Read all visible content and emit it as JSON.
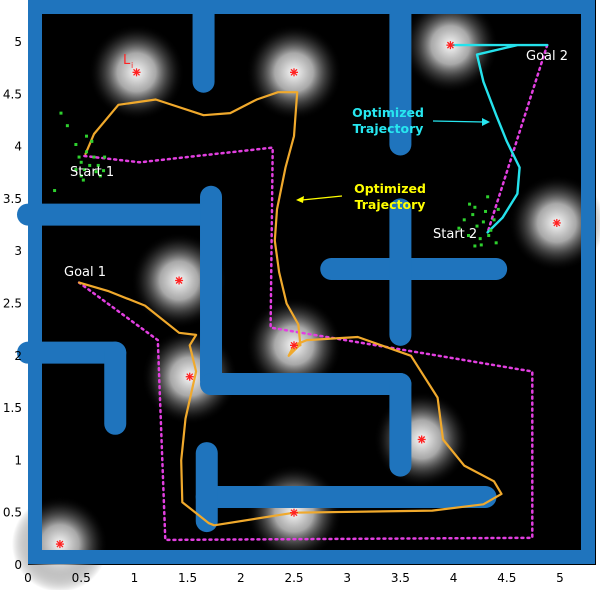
{
  "chart_data": {
    "type": "diagram",
    "xlim": [
      0,
      5.3
    ],
    "ylim": [
      0,
      5.2
    ],
    "x_ticks": [
      "0",
      "0.5",
      "1",
      "1.5",
      "2",
      "2.5",
      "3",
      "3.5",
      "4",
      "4.5",
      "5"
    ],
    "y_ticks": [
      "0",
      "0.5",
      "1",
      "1.5",
      "2",
      "2.5",
      "3",
      "3.5",
      "4",
      "4.5",
      "5"
    ],
    "landmarks": [
      {
        "x": 1.02,
        "y": 4.71,
        "label": "L"
      },
      {
        "x": 2.5,
        "y": 4.71
      },
      {
        "x": 3.97,
        "y": 4.97
      },
      {
        "x": 4.97,
        "y": 3.27
      },
      {
        "x": 1.42,
        "y": 2.72
      },
      {
        "x": 2.5,
        "y": 2.1
      },
      {
        "x": 1.52,
        "y": 1.8
      },
      {
        "x": 3.7,
        "y": 1.2
      },
      {
        "x": 2.5,
        "y": 0.5
      },
      {
        "x": 0.3,
        "y": 0.2
      }
    ],
    "labels": {
      "start1": "Start 1",
      "goal1": "Goal 1",
      "start2": "Start 2",
      "goal2": "Goal 2",
      "landmark_subscript": "i",
      "opt_traj_yellow": [
        "Optimized",
        "Trajectory"
      ],
      "opt_traj_cyan": [
        "Optimized",
        "Trajectory"
      ]
    },
    "paths": {
      "planned_1": [
        [
          0.53,
          3.91
        ],
        [
          1.05,
          3.85
        ],
        [
          2.3,
          3.99
        ],
        [
          2.28,
          2.27
        ],
        [
          4.74,
          1.85
        ],
        [
          4.74,
          0.26
        ],
        [
          1.29,
          0.24
        ],
        [
          1.22,
          2.15
        ],
        [
          0.48,
          2.7
        ]
      ],
      "planned_2": [
        [
          4.88,
          4.97
        ],
        [
          4.32,
          3.18
        ]
      ],
      "optimized_1": [
        [
          0.54,
          3.93
        ],
        [
          0.62,
          4.12
        ],
        [
          0.85,
          4.4
        ],
        [
          1.2,
          4.45
        ],
        [
          1.65,
          4.3
        ],
        [
          1.9,
          4.32
        ],
        [
          2.15,
          4.45
        ],
        [
          2.35,
          4.52
        ],
        [
          2.53,
          4.52
        ],
        [
          2.5,
          4.1
        ],
        [
          2.42,
          3.8
        ],
        [
          2.34,
          3.4
        ],
        [
          2.32,
          3.1
        ],
        [
          2.36,
          2.8
        ],
        [
          2.43,
          2.5
        ],
        [
          2.54,
          2.3
        ],
        [
          2.56,
          2.1
        ],
        [
          2.55,
          2.1
        ],
        [
          2.45,
          2.0
        ],
        [
          2.5,
          2.1
        ],
        [
          2.62,
          2.15
        ],
        [
          3.1,
          2.18
        ],
        [
          3.6,
          2.0
        ],
        [
          3.85,
          1.6
        ],
        [
          3.9,
          1.2
        ],
        [
          4.1,
          0.95
        ],
        [
          4.38,
          0.8
        ],
        [
          4.45,
          0.68
        ],
        [
          4.28,
          0.58
        ],
        [
          3.8,
          0.52
        ],
        [
          2.5,
          0.5
        ],
        [
          1.75,
          0.38
        ],
        [
          1.7,
          0.4
        ],
        [
          1.45,
          0.6
        ],
        [
          1.44,
          1.0
        ],
        [
          1.48,
          1.4
        ],
        [
          1.58,
          1.85
        ],
        [
          1.52,
          2.1
        ],
        [
          1.58,
          2.2
        ],
        [
          1.42,
          2.22
        ],
        [
          1.1,
          2.48
        ],
        [
          0.75,
          2.62
        ],
        [
          0.48,
          2.7
        ]
      ],
      "optimized_2": [
        [
          4.32,
          3.18
        ],
        [
          4.46,
          3.32
        ],
        [
          4.6,
          3.55
        ],
        [
          4.62,
          3.8
        ],
        [
          4.5,
          4.05
        ],
        [
          4.4,
          4.3
        ],
        [
          4.28,
          4.62
        ],
        [
          4.22,
          4.88
        ],
        [
          4.6,
          4.97
        ],
        [
          4.88,
          4.97
        ],
        [
          4.3,
          4.97
        ],
        [
          3.97,
          4.97
        ]
      ]
    },
    "walls": [
      {
        "x1": 1.65,
        "y1": 4.62,
        "x2": 1.65,
        "y2": 5.3
      },
      {
        "x1": 3.5,
        "y1": 4.02,
        "x2": 3.5,
        "y2": 5.3
      },
      {
        "x1": 0,
        "y1": 3.35,
        "x2": 1.7,
        "y2": 3.35
      },
      {
        "x1": 1.72,
        "y1": 1.77,
        "x2": 1.72,
        "y2": 3.52
      },
      {
        "x1": 2.85,
        "y1": 2.83,
        "x2": 4.4,
        "y2": 2.83
      },
      {
        "x1": 3.5,
        "y1": 2.2,
        "x2": 3.5,
        "y2": 3.4
      },
      {
        "x1": 0,
        "y1": 2.03,
        "x2": 0.82,
        "y2": 2.03
      },
      {
        "x1": 0.82,
        "y1": 1.35,
        "x2": 0.82,
        "y2": 2.03
      },
      {
        "x1": 1.72,
        "y1": 1.73,
        "x2": 3.5,
        "y2": 1.73
      },
      {
        "x1": 3.5,
        "y1": 0.95,
        "x2": 3.5,
        "y2": 1.73
      },
      {
        "x1": 1.68,
        "y1": 0.65,
        "x2": 4.3,
        "y2": 0.65
      },
      {
        "x1": 1.68,
        "y1": 0.42,
        "x2": 1.68,
        "y2": 1.07
      }
    ],
    "scatter_start1": [
      [
        0.31,
        4.32
      ],
      [
        0.37,
        4.2
      ],
      [
        0.45,
        4.02
      ],
      [
        0.48,
        3.9
      ],
      [
        0.5,
        3.85
      ],
      [
        0.53,
        3.78
      ],
      [
        0.55,
        3.95
      ],
      [
        0.58,
        3.82
      ],
      [
        0.6,
        4.05
      ],
      [
        0.62,
        3.9
      ],
      [
        0.66,
        3.82
      ],
      [
        0.64,
        3.76
      ],
      [
        0.68,
        3.72
      ],
      [
        0.72,
        3.9
      ],
      [
        0.71,
        3.77
      ],
      [
        0.5,
        3.72
      ],
      [
        0.45,
        3.78
      ],
      [
        0.52,
        3.68
      ],
      [
        0.25,
        3.58
      ],
      [
        0.55,
        4.1
      ]
    ],
    "scatter_start2": [
      [
        4.05,
        3.22
      ],
      [
        4.1,
        3.3
      ],
      [
        4.14,
        3.15
      ],
      [
        4.18,
        3.35
      ],
      [
        4.2,
        3.42
      ],
      [
        4.22,
        3.24
      ],
      [
        4.25,
        3.12
      ],
      [
        4.28,
        3.28
      ],
      [
        4.3,
        3.38
      ],
      [
        4.32,
        3.52
      ],
      [
        4.35,
        3.2
      ],
      [
        4.38,
        3.3
      ],
      [
        4.4,
        3.08
      ],
      [
        4.42,
        3.4
      ],
      [
        4.26,
        3.06
      ],
      [
        4.2,
        3.05
      ],
      [
        4.33,
        3.15
      ],
      [
        4.15,
        3.45
      ]
    ]
  }
}
